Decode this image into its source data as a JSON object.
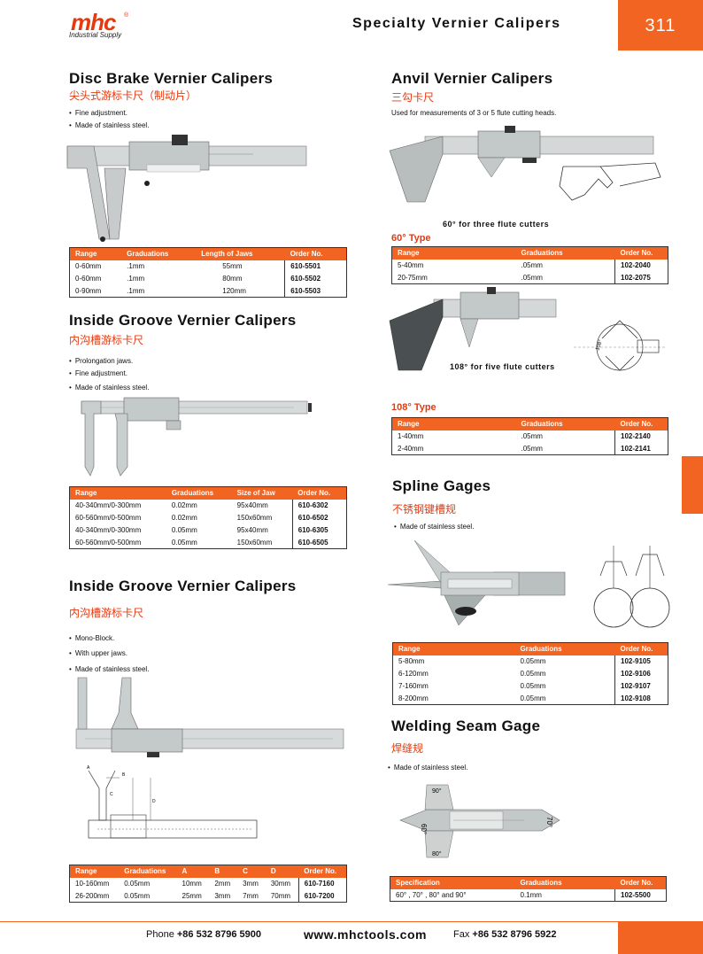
{
  "header": {
    "logo": "mhc",
    "logo_reg": "®",
    "logo_sub": "Industrial Supply",
    "title": "Specialty Vernier Calipers",
    "page_number": "311"
  },
  "disc_brake": {
    "title": "Disc Brake Vernier Calipers",
    "title_cn": "尖头式游标卡尺（制动片）",
    "bullets": [
      "Fine adjustment.",
      "Made of stainless steel."
    ],
    "table": {
      "headers": [
        "Range",
        "Graduations",
        "Length of Jaws",
        "Order No."
      ],
      "rows": [
        [
          "0-60mm",
          ".1mm",
          "55mm",
          "610-5501"
        ],
        [
          "0-60mm",
          ".1mm",
          "80mm",
          "610-5502"
        ],
        [
          "0-90mm",
          ".1mm",
          "120mm",
          "610-5503"
        ]
      ]
    }
  },
  "inside_groove_1": {
    "title": "Inside Groove Vernier Calipers",
    "title_cn": "内沟槽游标卡尺",
    "bullets": [
      "Prolongation jaws.",
      "Fine adjustment.",
      "Made of stainless steel."
    ],
    "table": {
      "headers": [
        "Range",
        "Graduations",
        "Size of Jaw",
        "Order No."
      ],
      "rows": [
        [
          "40-340mm/0-300mm",
          "0.02mm",
          "95x40mm",
          "610-6302"
        ],
        [
          "60-560mm/0-500mm",
          "0.02mm",
          "150x60mm",
          "610-6502"
        ],
        [
          "40-340mm/0-300mm",
          "0.05mm",
          "95x40mm",
          "610-6305"
        ],
        [
          "60-560mm/0-500mm",
          "0.05mm",
          "150x60mm",
          "610-6505"
        ]
      ]
    }
  },
  "inside_groove_2": {
    "title": "Inside Groove Vernier Calipers",
    "title_cn": "内沟槽游标卡尺",
    "bullets": [
      "Mono-Block.",
      "With upper jaws.",
      "Made of stainless steel."
    ],
    "diagram_labels": [
      "A",
      "B",
      "C",
      "D"
    ],
    "table": {
      "headers": [
        "Range",
        "Graduations",
        "A",
        "B",
        "C",
        "D",
        "Order No."
      ],
      "rows": [
        [
          "10-160mm",
          "0.05mm",
          "10mm",
          "2mm",
          "3mm",
          "30mm",
          "610-7160"
        ],
        [
          "26-200mm",
          "0.05mm",
          "25mm",
          "3mm",
          "7mm",
          "70mm",
          "610-7200"
        ]
      ]
    }
  },
  "anvil": {
    "title": "Anvil  Vernier Calipers",
    "title_cn": "三勾卡尺",
    "note": "Used for measurements of 3 or 5 flute cutting heads.",
    "caption_60": "60° for three flute cutters",
    "type_60": "60° Type",
    "table_60": {
      "headers": [
        "Range",
        "Graduations",
        "Order No."
      ],
      "rows": [
        [
          "5-40mm",
          ".05mm",
          "102-2040"
        ],
        [
          "20-75mm",
          ".05mm",
          "102-2075"
        ]
      ]
    },
    "caption_108": "108° for five  flute cutters",
    "diagram_angle": "108°",
    "type_108": "108° Type",
    "table_108": {
      "headers": [
        "Range",
        "Graduations",
        "Order No."
      ],
      "rows": [
        [
          "1-40mm",
          ".05mm",
          "102-2140"
        ],
        [
          "2-40mm",
          ".05mm",
          "102-2141"
        ]
      ]
    }
  },
  "spline": {
    "title": "Spline Gages",
    "title_cn": "不锈钢键槽规",
    "bullets": [
      "Made of stainless steel."
    ],
    "table": {
      "headers": [
        "Range",
        "Graduations",
        "Order No."
      ],
      "rows": [
        [
          "5-80mm",
          "0.05mm",
          "102-9105"
        ],
        [
          "6-120mm",
          "0.05mm",
          "102-9106"
        ],
        [
          "7-160mm",
          "0.05mm",
          "102-9107"
        ],
        [
          "8-200mm",
          "0.05mm",
          "102-9108"
        ]
      ]
    }
  },
  "welding": {
    "title": "Welding Seam Gage",
    "title_cn": "焊缝规",
    "bullets": [
      "Made of stainless steel."
    ],
    "gauge_labels": [
      "90°",
      "60°",
      "80°",
      "70°"
    ],
    "table": {
      "headers": [
        "Specification",
        "Graduations",
        "Order No."
      ],
      "rows": [
        [
          "60° , 70° ,  80° and 90°",
          "0.1mm",
          "102-5500"
        ]
      ]
    }
  },
  "footer": {
    "phone_label": "Phone ",
    "phone": "+86 532 8796 5900",
    "website": "www.mhctools.com",
    "fax_label": "Fax ",
    "fax": "+86 532 8796 5922"
  },
  "colors": {
    "accent": "#f26422",
    "accent_text": "#e53a10"
  }
}
